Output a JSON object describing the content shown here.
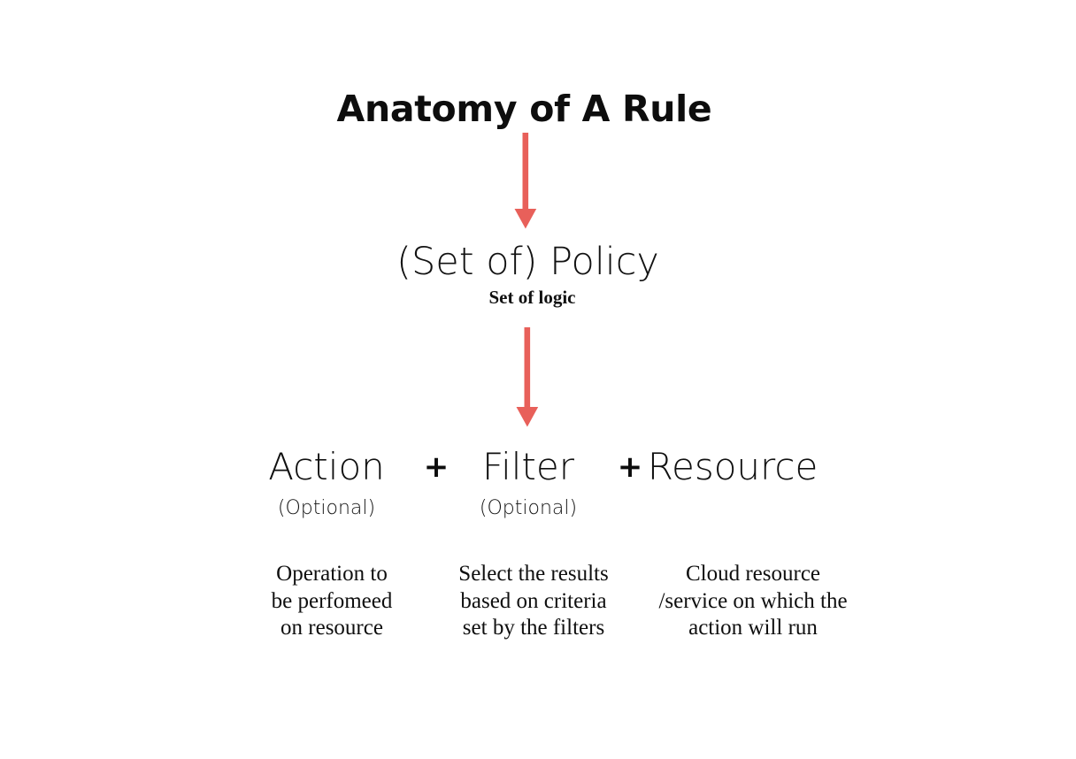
{
  "page": {
    "background_color": "#ffffff",
    "accent_color": "#e8605a",
    "text_color": "#0f0f0f",
    "title": "Anatomy of A Rule"
  },
  "arrows": [
    {
      "name": "arrow-title-to-policy",
      "color": "#e8605a",
      "direction": "down"
    },
    {
      "name": "arrow-policy-to-components",
      "color": "#e8605a",
      "direction": "down"
    }
  ],
  "policy": {
    "label": "(Set of) Policy",
    "sublabel": "Set of logic"
  },
  "components": {
    "operators": [
      "+",
      "+"
    ],
    "items": [
      {
        "term": "Action",
        "optional_label": "(Optional)",
        "is_optional": true,
        "description_lines": [
          "Operation to",
          "be perfomeed",
          "on resource"
        ]
      },
      {
        "term": "Filter",
        "optional_label": "(Optional)",
        "is_optional": true,
        "description_lines": [
          "Select the results",
          "based on criteria",
          "set by the filters"
        ]
      },
      {
        "term": "Resource",
        "optional_label": "",
        "is_optional": false,
        "description_lines": [
          "Cloud resource",
          "/service on which the",
          "action will run"
        ]
      }
    ]
  }
}
